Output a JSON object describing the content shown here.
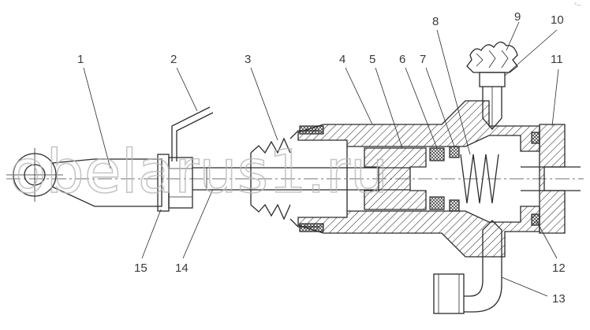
{
  "callouts": [
    {
      "id": "1",
      "label": "1"
    },
    {
      "id": "2",
      "label": "2"
    },
    {
      "id": "3",
      "label": "3"
    },
    {
      "id": "4",
      "label": "4"
    },
    {
      "id": "5",
      "label": "5"
    },
    {
      "id": "6",
      "label": "6"
    },
    {
      "id": "7",
      "label": "7"
    },
    {
      "id": "8",
      "label": "8"
    },
    {
      "id": "9",
      "label": "9"
    },
    {
      "id": "10",
      "label": "10"
    },
    {
      "id": "11",
      "label": "11"
    },
    {
      "id": "12",
      "label": "12"
    },
    {
      "id": "13",
      "label": "13"
    },
    {
      "id": "14",
      "label": "14"
    },
    {
      "id": "15",
      "label": "15"
    }
  ],
  "watermark": "obelarus1.ru",
  "corner_mark": "°—"
}
